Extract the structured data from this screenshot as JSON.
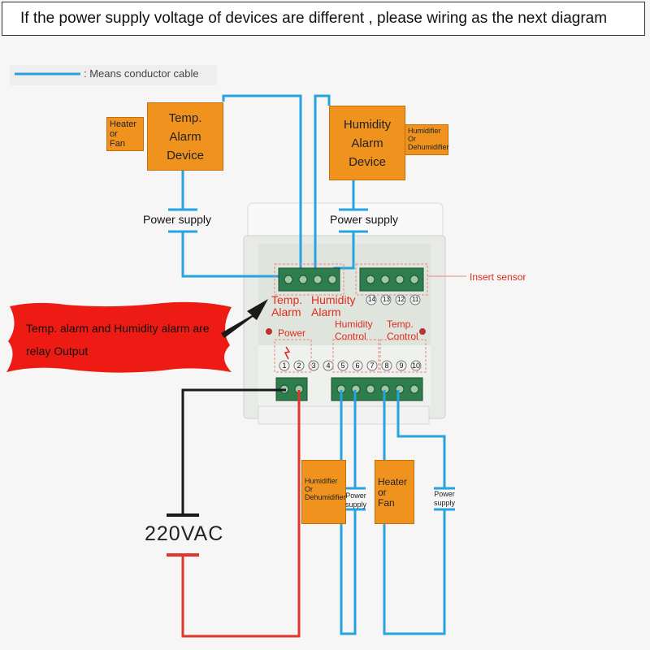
{
  "header": {
    "text": "If the power supply voltage of devices are different , please wiring as the next diagram"
  },
  "legend": {
    "text": ": Means conductor cable",
    "line_color": "#27a3df"
  },
  "devices": {
    "temp_alarm": "Temp.\nAlarm\nDevice",
    "humidity_alarm": "Humidity\nAlarm\nDevice",
    "heater_fan_top": "Heater\nor\nFan",
    "humidifier_top": "Humidifier\nOr\nDehumidifier",
    "humidifier_bottom": "Humidifier\nOr\nDehumidifier",
    "heater_fan_bottom": "Heater\nor\nFan"
  },
  "power_supply": {
    "left": "Power supply",
    "right": "Power supply",
    "small_left": "Power\nsupply",
    "small_right": "Power\nsupply"
  },
  "controller": {
    "insert_sensor": "Insert sensor",
    "temp_alarm": "Temp.\nAlarm",
    "humidity_alarm": "Humidity\nAlarm",
    "power": "Power",
    "humidity_control": "Humidity\nControl",
    "temp_control": "Temp.\nControl",
    "top_terminal_numbers": [
      "14",
      "13",
      "12",
      "11"
    ],
    "bottom_terminal_numbers": [
      "1",
      "2",
      "3",
      "4",
      "5",
      "6",
      "7",
      "8",
      "9",
      "10"
    ]
  },
  "callout": {
    "text": "Temp. alarm and Humidity alarm are relay Output",
    "color": "#ee1b14"
  },
  "source": {
    "text": "220VAC"
  },
  "colors": {
    "cable": "#27a3df",
    "live": "#e2352b",
    "neutral": "#1a1a1a",
    "device": "#f0931e",
    "label_red": "#e12a1e"
  }
}
